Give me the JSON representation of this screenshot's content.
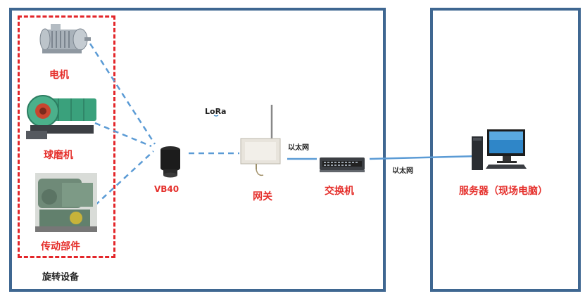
{
  "labels": {
    "motor": "电机",
    "ball_mill": "球磨机",
    "transmission": "传动部件",
    "rotating_equipment": "旋转设备",
    "sensor": "VB40",
    "gateway": "网关",
    "switch": "交换机",
    "server": "服务器（现场电脑）",
    "ethernet_1": "以太网",
    "ethernet_2": "以太网",
    "lora": "LoRa"
  },
  "colors": {
    "frame": "#3f6791",
    "highlight": "#e3262a",
    "link": "#5b9bd5"
  },
  "icons": [
    "motor-image",
    "ball-mill-image",
    "transmission-image",
    "sensor-icon",
    "gateway-icon",
    "switch-icon",
    "server-pc-icon",
    "lora-logo"
  ]
}
